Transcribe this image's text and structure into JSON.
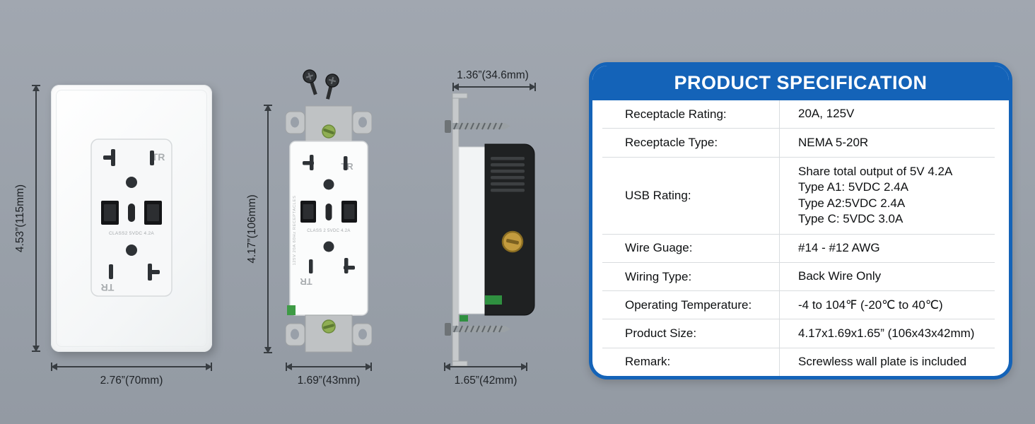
{
  "colors": {
    "background": "#99a0a9",
    "accent_blue": "#1463b8",
    "dimension_line": "#383d42",
    "brass": "#c39b3e",
    "ground_green": "#2f9040"
  },
  "diagram": {
    "front_view": {
      "height_dim": "4.53”(115mm)",
      "width_dim": "2.76”(70mm)",
      "tr_label": "TR",
      "usb_caption": "CLASS2 5VDC 4.2A"
    },
    "strap_view": {
      "height_dim": "4.17”(106mm)",
      "width_dim": "1.69”(43mm)",
      "tr_label": "TR",
      "usb_caption": "CLASS 2 5VDC 4.2A",
      "side_caption": "125V 20A 60Hz RECEPTACLES"
    },
    "side_view": {
      "depth_dim": "1.36”(34.6mm)",
      "width_dim": "1.65”(42mm)"
    }
  },
  "spec_card": {
    "title": "PRODUCT SPECIFICATION",
    "rows": [
      {
        "label": "Receptacle Rating:",
        "value": "20A, 125V"
      },
      {
        "label": "Receptacle Type:",
        "value": "NEMA 5-20R"
      },
      {
        "label": "USB Rating:",
        "value_lines": [
          "Share total output of 5V 4.2A",
          "Type A1: 5VDC 2.4A",
          "Type A2:5VDC 2.4A",
          "Type C: 5VDC 3.0A"
        ]
      },
      {
        "label": "Wire Guage:",
        "value": "#14 - #12 AWG"
      },
      {
        "label": "Wiring Type:",
        "value": "Back Wire Only"
      },
      {
        "label": "Operating Temperature:",
        "value": "-4 to 104℉ (-20℃ to 40℃)"
      },
      {
        "label": "Product Size:",
        "value": "4.17x1.69x1.65” (106x43x42mm)"
      },
      {
        "label": "Remark:",
        "value": "Screwless wall plate is included"
      }
    ]
  }
}
